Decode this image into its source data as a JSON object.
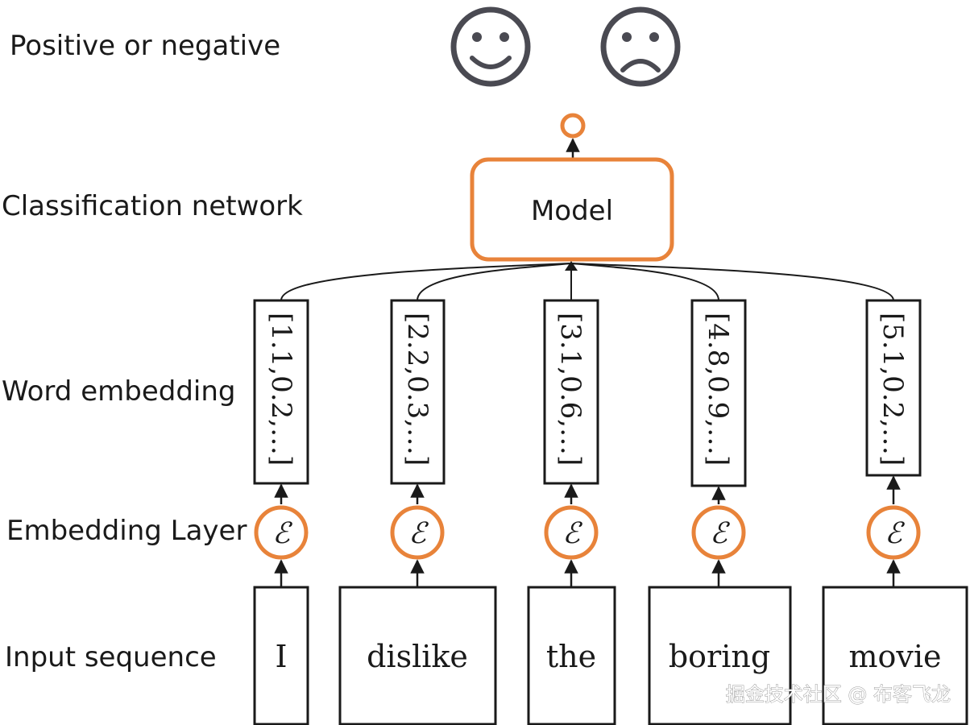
{
  "row_labels": {
    "output": "Positive or negative",
    "classifier": "Classification network",
    "embedding": "Word embedding",
    "embedding_layer": "Embedding Layer",
    "input": "Input sequence"
  },
  "model": {
    "label": "Model"
  },
  "epsilon_symbol": "ℰ",
  "columns": [
    {
      "word": "I",
      "vector": "[1.1,0.2,…]"
    },
    {
      "word": "dislike",
      "vector": "[2.2,0.3,…]"
    },
    {
      "word": "the",
      "vector": "[3.1,0.6,…]"
    },
    {
      "word": "boring",
      "vector": "[4.8,0.9,…]"
    },
    {
      "word": "movie",
      "vector": "[5.1,0.2,…]"
    }
  ],
  "icons": [
    "smiley-face-icon",
    "sad-face-icon"
  ],
  "colors": {
    "accent": "#e8833a",
    "stroke": "#1a1a1a",
    "face": "#4a4a52"
  },
  "watermark": "掘金技术社区 @ 布客飞龙"
}
